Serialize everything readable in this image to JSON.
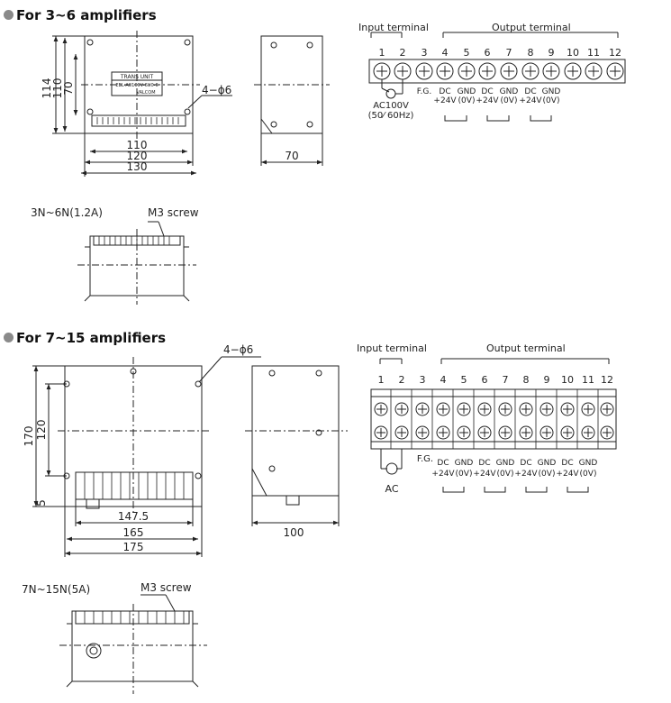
{
  "sections": [
    {
      "heading": "For 3~6 amplifiers",
      "front_dims": {
        "h_outer": "114",
        "h_mid": "110",
        "h_inner": "70",
        "w1": "110",
        "w2": "120",
        "w3": "130",
        "holes": "4−ϕ6"
      },
      "side_dims": {
        "depth": "70"
      },
      "terminal": {
        "input_label": "Input terminal",
        "output_label": "Output terminal",
        "numbers": [
          "1",
          "2",
          "3",
          "4",
          "5",
          "6",
          "7",
          "8",
          "9",
          "10",
          "11",
          "12"
        ],
        "ac_label": "AC100V",
        "ac_freq": "(50⁄ 60Hz)",
        "fg": "F.G.",
        "pairs": [
          {
            "dc": "DC",
            "dc2": "+24V",
            "gnd": "GND",
            "gnd2": "(0V)"
          },
          {
            "dc": "DC",
            "dc2": "+24V",
            "gnd": "GND",
            "gnd2": "(0V)"
          },
          {
            "dc": "DC",
            "dc2": "+24V",
            "gnd": "GND",
            "gnd2": "(0V)"
          }
        ]
      },
      "model_label": "3N~6N(1.2A)",
      "screw_label": "M3 screw",
      "nameplate": [
        "TRANS UNIT",
        "EBL-AC100V-6U0-6",
        "VALCOM"
      ]
    },
    {
      "heading": "For 7~15 amplifiers",
      "front_dims": {
        "h_outer": "170",
        "h_mid": "120",
        "h_small": "5",
        "w1": "147.5",
        "w2": "165",
        "w3": "175",
        "holes": "4−ϕ6"
      },
      "side_dims": {
        "depth": "100"
      },
      "terminal": {
        "input_label": "Input terminal",
        "output_label": "Output terminal",
        "numbers": [
          "1",
          "2",
          "3",
          "4",
          "5",
          "6",
          "7",
          "8",
          "9",
          "10",
          "11",
          "12"
        ],
        "ac_label": "AC",
        "fg": "F.G.",
        "pairs": [
          {
            "dc": "DC",
            "dc2": "+24V",
            "gnd": "GND",
            "gnd2": "(0V)"
          },
          {
            "dc": "DC",
            "dc2": "+24V",
            "gnd": "GND",
            "gnd2": "(0V)"
          },
          {
            "dc": "DC",
            "dc2": "+24V",
            "gnd": "GND",
            "gnd2": "(0V)"
          },
          {
            "dc": "DC",
            "dc2": "+24V",
            "gnd": "GND",
            "gnd2": "(0V)"
          }
        ]
      },
      "model_label": "7N~15N(5A)",
      "screw_label": "M3 screw"
    }
  ]
}
